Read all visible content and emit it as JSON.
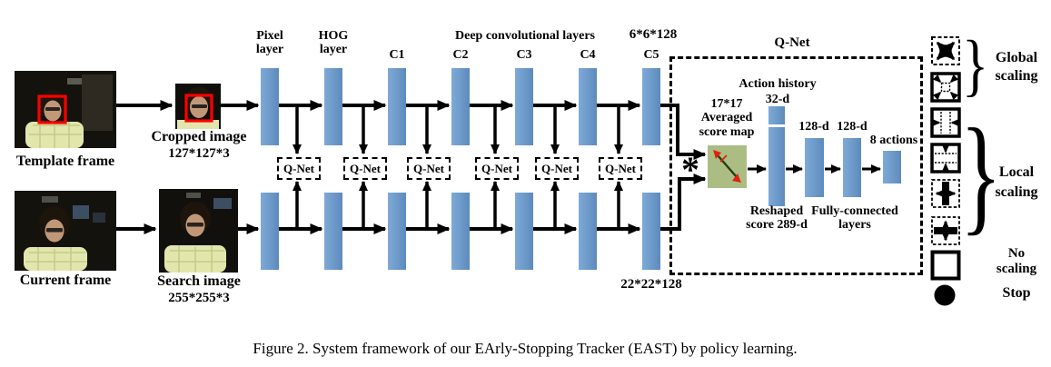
{
  "figure_caption": "Figure 2. System framework of our EArly-Stopping Tracker (EAST) by policy learning.",
  "inputs": {
    "template_frame_label": "Template frame",
    "cropped_image_label": "Cropped image",
    "cropped_image_size": "127*127*3",
    "current_frame_label": "Current frame",
    "search_image_label": "Search image",
    "search_image_size": "255*255*3"
  },
  "network": {
    "deep_conv_label": "Deep convolutional layers",
    "layers": [
      "Pixel layer",
      "HOG layer",
      "C1",
      "C2",
      "C3",
      "C4",
      "C5"
    ],
    "template_feature_size": "6*6*128",
    "search_feature_size": "22*22*128",
    "qnet_small_label": "Q-Net",
    "conv_operator": "*"
  },
  "qnet": {
    "title": "Q-Net",
    "score_map_label": "17*17 Averaged score map",
    "action_history_label": "Action history",
    "action_history_dim": "32-d",
    "reshaped_score_label": "Reshaped score 289-d",
    "fc_dim_1": "128-d",
    "fc_dim_2": "128-d",
    "fc_label": "Fully-connected layers",
    "output_label": "8 actions"
  },
  "legend": {
    "global_label": "Global scaling",
    "local_label": "Local scaling",
    "no_scaling_label": "No scaling",
    "stop_label": "Stop",
    "icons": [
      "scale-up",
      "scale-down",
      "shrink-width",
      "shrink-height",
      "expand-width",
      "expand-height",
      "no-scaling",
      "stop"
    ]
  },
  "colors": {
    "bar_blue": "#6d9bca",
    "score_map_green": "#abbd82",
    "highlight_red": "#ff0000"
  }
}
